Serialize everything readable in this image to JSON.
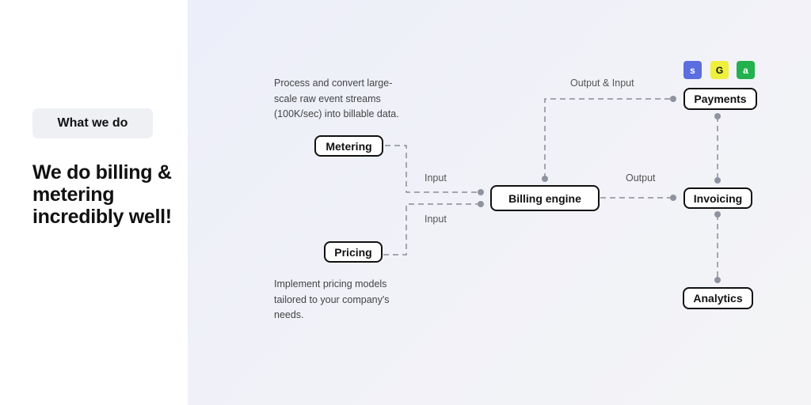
{
  "sidebar": {
    "pill": "What we do",
    "heading": "We do billing & metering incredibly well!"
  },
  "diagram": {
    "nodes": {
      "metering": "Metering",
      "pricing": "Pricing",
      "billing": "Billing engine",
      "payments": "Payments",
      "invoicing": "Invoicing",
      "analytics": "Analytics"
    },
    "descriptions": {
      "metering": "Process and convert large-scale raw event streams (100K/sec) into billable data.",
      "pricing": "Implement pricing models tailored to your company's needs."
    },
    "labels": {
      "input_top": "Input",
      "input_bottom": "Input",
      "output_input": "Output & Input",
      "output": "Output"
    },
    "integrations": [
      {
        "name": "stripe-icon",
        "glyph": "s",
        "color": "#5b6ee0"
      },
      {
        "name": "gocardless-icon",
        "glyph": "G",
        "color": "#eef03c"
      },
      {
        "name": "adyen-icon",
        "glyph": "a",
        "color": "#22b14c"
      }
    ]
  }
}
